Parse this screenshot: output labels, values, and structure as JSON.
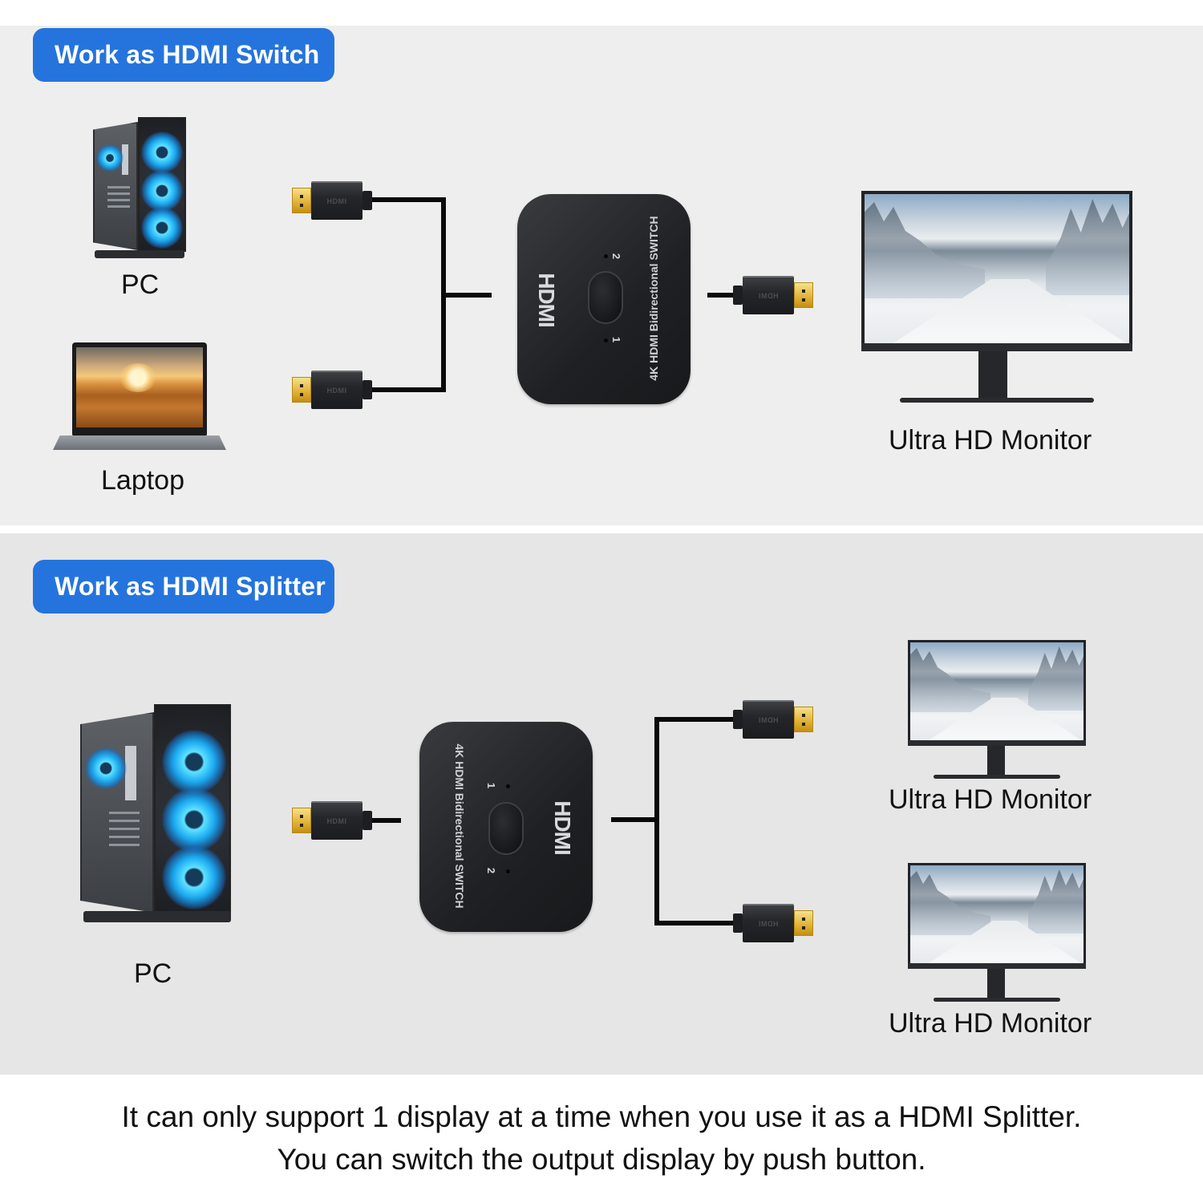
{
  "sections": {
    "switch": {
      "badge": "Work as HDMI Switch",
      "sources": [
        {
          "label": "PC",
          "icon": "pc-tower-icon"
        },
        {
          "label": "Laptop",
          "icon": "laptop-icon"
        }
      ],
      "device": {
        "model_text": "4K HDMI Bidirectional SWITCH",
        "logo": "HDMI",
        "port_1": "1",
        "port_2": "2"
      },
      "connector_text": "HDMI",
      "output": {
        "label": "Ultra HD Monitor",
        "icon": "monitor-icon"
      }
    },
    "splitter": {
      "badge": "Work as HDMI Splitter",
      "source": {
        "label": "PC",
        "icon": "pc-tower-icon"
      },
      "device": {
        "model_text": "4K HDMI Bidirectional SWITCH",
        "logo": "HDMI",
        "port_1": "1",
        "port_2": "2"
      },
      "connector_text": "HDMI",
      "outputs": [
        {
          "label": "Ultra HD Monitor",
          "icon": "monitor-icon"
        },
        {
          "label": "Ultra HD Monitor",
          "icon": "monitor-icon"
        }
      ]
    }
  },
  "footer": {
    "line1": "It can only support 1 display at a time when you use it as a HDMI Splitter.",
    "line2": "You can switch the output display by push button."
  },
  "colors": {
    "badge_bg": "#2574dd",
    "badge_text": "#ffffff",
    "panel_top_bg": "#eeeeee",
    "panel_bottom_bg": "#e6e6e6",
    "device_body": "#1f2023",
    "connector_gold": "#e3b43a"
  }
}
